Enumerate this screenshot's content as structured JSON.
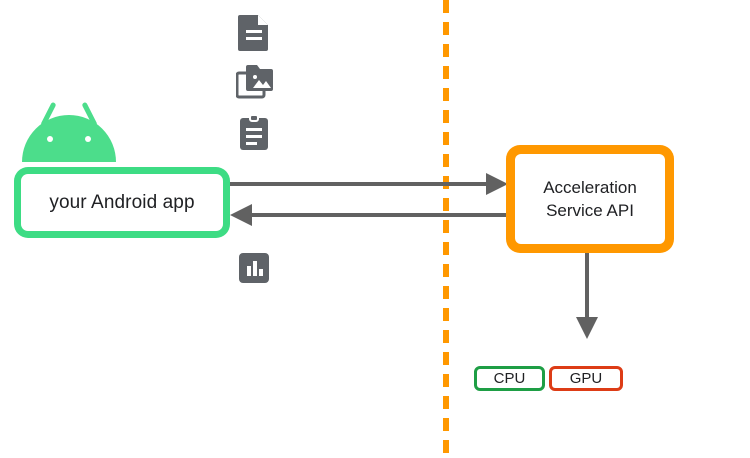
{
  "diagram": {
    "title": "Android app to Acceleration Service API flow",
    "colors": {
      "android_green": "#3DDC84",
      "android_head_green": "#4CDD8B",
      "api_orange": "#FF9800",
      "divider_orange": "#FF9800",
      "arrow_gray": "#616161",
      "icon_gray": "#5F6368",
      "cpu_green": "#1E9E45",
      "gpu_red": "#DD3C16",
      "text_dark": "#202124",
      "background": "#FFFFFF"
    }
  },
  "app_node": {
    "label": "your Android app",
    "icon": "android-robot-icon"
  },
  "api_node": {
    "line1": "Acceleration",
    "line2": "Service API"
  },
  "data_icons": [
    {
      "name": "document-icon",
      "label": "document"
    },
    {
      "name": "photo-library-icon",
      "label": "images"
    },
    {
      "name": "clipboard-icon",
      "label": "clipboard"
    },
    {
      "name": "bar-chart-icon",
      "label": "chart"
    }
  ],
  "arrows": [
    {
      "name": "request-arrow",
      "direction": "right",
      "from": "your Android app",
      "to": "Acceleration Service API"
    },
    {
      "name": "response-arrow",
      "direction": "left",
      "from": "Acceleration Service API",
      "to": "your Android app"
    },
    {
      "name": "dispatch-arrow",
      "direction": "down",
      "from": "Acceleration Service API",
      "to": "CPU / GPU"
    }
  ],
  "accelerators": [
    {
      "label": "CPU",
      "color": "#1E9E45"
    },
    {
      "label": "GPU",
      "color": "#DD3C16"
    }
  ],
  "divider": {
    "name": "process-boundary-divider",
    "style": "dashed",
    "color": "#FF9800"
  }
}
